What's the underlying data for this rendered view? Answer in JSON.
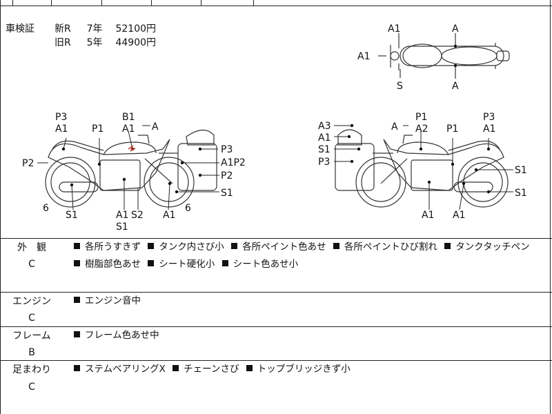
{
  "registration": {
    "label": "車検証",
    "new_row": {
      "type": "新R",
      "years": "7年",
      "price": "52100円"
    },
    "old_row": {
      "type": "旧R",
      "years": "5年",
      "price": "44900円"
    }
  },
  "diagram_marks": {
    "top_view": [
      "A1",
      "A",
      "A1",
      "S",
      "A"
    ],
    "left_side": [
      "P3",
      "A1",
      "P1",
      "B1",
      "A1",
      "A",
      "P2",
      "P3",
      "A1P2",
      "P2",
      "S1",
      "6",
      "S1",
      "A1",
      "S2",
      "S1",
      "A1",
      "6"
    ],
    "right_side": [
      "A3",
      "A1",
      "S1",
      "P3",
      "A",
      "P1",
      "A2",
      "P1",
      "P3",
      "A1",
      "S1",
      "S1",
      "A1",
      "A1"
    ]
  },
  "sections": [
    {
      "name": "外　観",
      "grade": "C",
      "items": [
        "各所うすきず",
        "タンク内さび小",
        "各所ペイント色あせ",
        "各所ペイントひび割れ",
        "タンクタッチペン",
        "樹脂部色あせ",
        "シート硬化小",
        "シート色あせ小"
      ]
    },
    {
      "name": "エンジン",
      "grade": "C",
      "items": [
        "エンジン音中"
      ]
    },
    {
      "name": "フレーム",
      "grade": "B",
      "items": [
        "フレーム色あせ中"
      ]
    },
    {
      "name": "足まわり",
      "grade": "C",
      "items": [
        "ステムベアリングX",
        "チェーンさび",
        "トップブリッジきず小"
      ]
    }
  ]
}
